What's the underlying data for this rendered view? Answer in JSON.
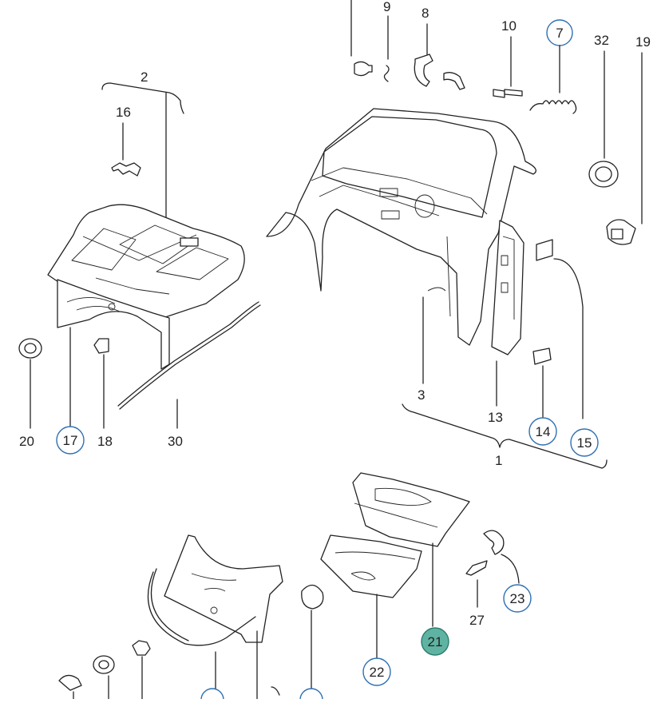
{
  "labels": {
    "n1": "1",
    "n2": "2",
    "n3": "3",
    "n7": "7",
    "n8": "8",
    "n9": "9",
    "n10": "10",
    "n13": "13",
    "n14": "14",
    "n15": "15",
    "n16": "16",
    "n17": "17",
    "n18": "18",
    "n19": "19",
    "n20": "20",
    "n21": "21",
    "n22": "22",
    "n23": "23",
    "n27": "27",
    "n30": "30",
    "n32": "32"
  },
  "colors": {
    "line": "#222222",
    "callout_ring": "#2e6fb0",
    "highlight_fill": "#5fb3a2"
  }
}
